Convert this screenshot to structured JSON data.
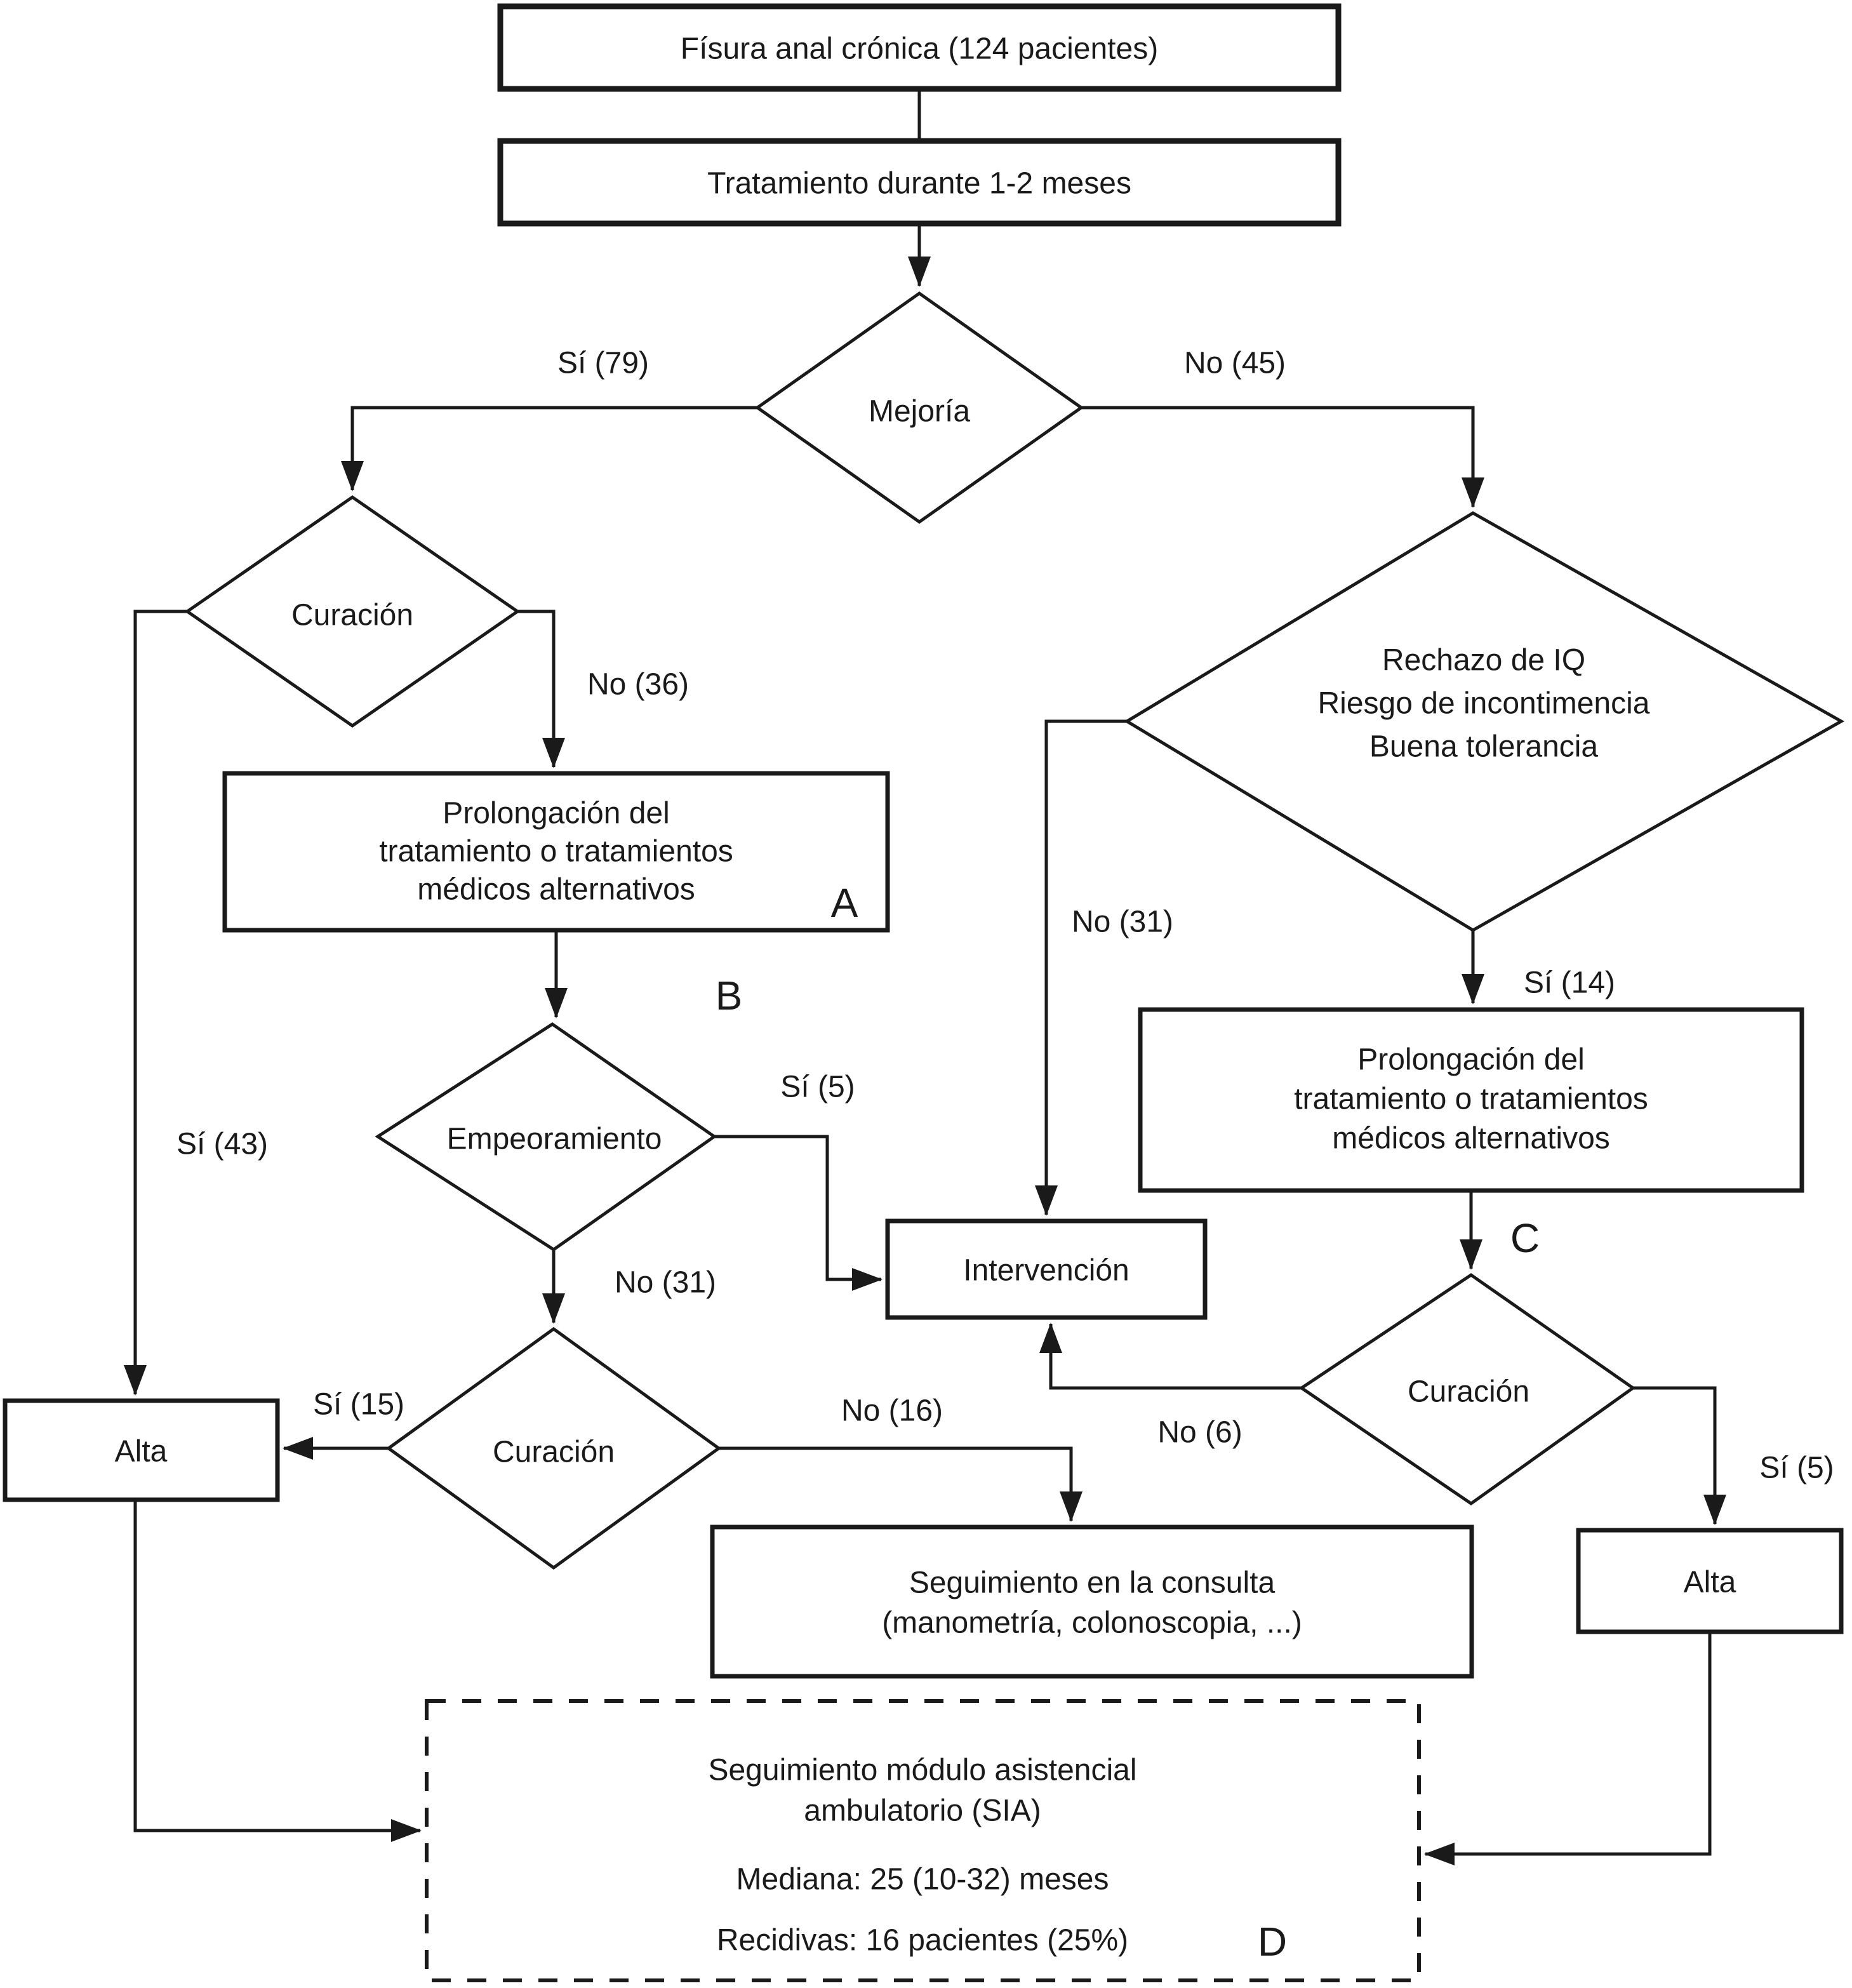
{
  "colors": {
    "ink": "#1a1a1a",
    "background": "#ffffff"
  },
  "nodes": {
    "fisura_box": {
      "label": "Físura anal crónica (124 pacientes)"
    },
    "tratamiento_box": {
      "label": "Tratamiento durante 1-2 meses"
    },
    "mejoria_diamond": {
      "label": "Mejoría"
    },
    "curacion1_diamond": {
      "label": "Curación"
    },
    "prolongacion_a_box": {
      "lines": [
        "Prolongación del",
        "tratamiento o tratamientos",
        "médicos alternativos"
      ],
      "marker": "A"
    },
    "empeoramiento_diamond": {
      "label": "Empeoramiento"
    },
    "curacion2_diamond": {
      "label": "Curación"
    },
    "alta_left_box": {
      "label": "Alta"
    },
    "intervencion_box": {
      "label": "Intervención"
    },
    "rechazo_diamond": {
      "lines": [
        "Rechazo de IQ",
        "Riesgo de incontimencia",
        "Buena tolerancia"
      ]
    },
    "prolongacion_c_box": {
      "lines": [
        "Prolongación del",
        "tratamiento o tratamientos",
        "médicos alternativos"
      ]
    },
    "curacion3_diamond": {
      "label": "Curación"
    },
    "alta_right_box": {
      "label": "Alta"
    },
    "seguimiento_consulta_box": {
      "lines": [
        "Seguimiento en la consulta",
        "(manometría, colonoscopia, ...)"
      ]
    },
    "seguimiento_sia_box": {
      "lines": [
        "Seguimiento módulo asistencial",
        "ambulatorio (SIA)"
      ],
      "mediana": "Mediana: 25 (10-32) meses",
      "recidivas": "Recidivas: 16 pacientes (25%)",
      "marker": "D"
    }
  },
  "edge_labels": {
    "mejoria_si": "Sí (79)",
    "mejoria_no": "No (45)",
    "curacion1_si": "Sí (43)",
    "curacion1_no": "No (36)",
    "marker_b": "B",
    "empeoramiento_si": "Sí (5)",
    "empeoramiento_no": "No (31)",
    "curacion2_si": "Sí (15)",
    "curacion2_no": "No (16)",
    "rechazo_no": "No (31)",
    "rechazo_si": "Sí (14)",
    "marker_c": "C",
    "curacion3_no": "No (6)",
    "curacion3_si": "Sí (5)"
  }
}
